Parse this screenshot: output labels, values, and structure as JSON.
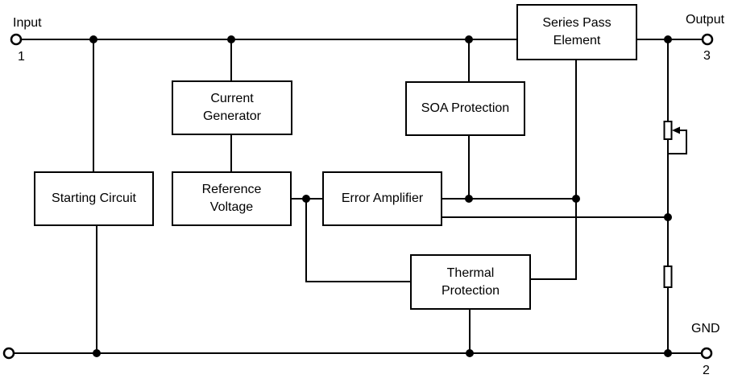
{
  "terminals": {
    "input": {
      "label": "Input",
      "pin": "1"
    },
    "output": {
      "label": "Output",
      "pin": "3"
    },
    "ground": {
      "label": "GND",
      "pin": "2"
    }
  },
  "blocks": {
    "series_pass_element": {
      "lines": [
        "Series Pass",
        "Element"
      ]
    },
    "current_generator": {
      "lines": [
        "Current",
        "Generator"
      ]
    },
    "soa_protection": {
      "lines": [
        "SOA Protection"
      ]
    },
    "starting_circuit": {
      "lines": [
        "Starting Circuit"
      ]
    },
    "reference_voltage": {
      "lines": [
        "Reference",
        "Voltage"
      ]
    },
    "error_amplifier": {
      "lines": [
        "Error Amplifier"
      ]
    },
    "thermal_protection": {
      "lines": [
        "Thermal",
        "Protection"
      ]
    }
  },
  "colors": {
    "line": "#000000",
    "background": "#ffffff",
    "box_fill": "#ffffff",
    "text": "#000000"
  }
}
